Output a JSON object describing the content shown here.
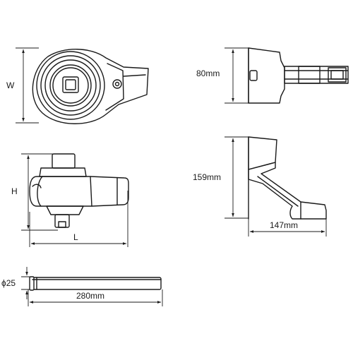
{
  "labels": {
    "width": "W",
    "height": "H",
    "length": "L",
    "side_height": "80mm",
    "profile_height": "159mm",
    "profile_length": "147mm",
    "bar_diameter": "ϕ25",
    "bar_length": "280mm"
  },
  "colors": {
    "line": "#1a1a1a",
    "background": "#ffffff"
  }
}
